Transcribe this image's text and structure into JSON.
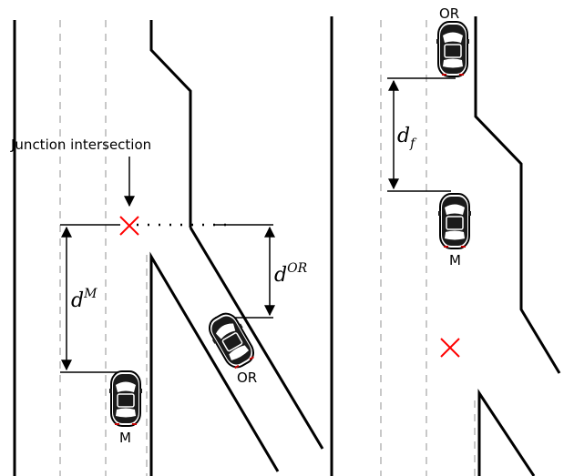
{
  "left_panel": {
    "junction_label": "Junction intersection",
    "merging_car_label": "M",
    "onramp_car_label": "OR",
    "dist_main": {
      "base": "d",
      "sup": "M"
    },
    "dist_onramp": {
      "base": "d",
      "sup": "OR"
    }
  },
  "right_panel": {
    "front_car_label": "OR",
    "rear_car_label": "M",
    "dist_follow": {
      "base": "d",
      "sub": "f"
    }
  },
  "colors": {
    "road": "#000000",
    "lane_dash": "#c8c8c8",
    "intersection_marker": "#ff0000",
    "car_body": "#1a1a1a"
  },
  "icons": [
    "car-icon",
    "intersection-cross-icon",
    "arrow-down-icon"
  ]
}
